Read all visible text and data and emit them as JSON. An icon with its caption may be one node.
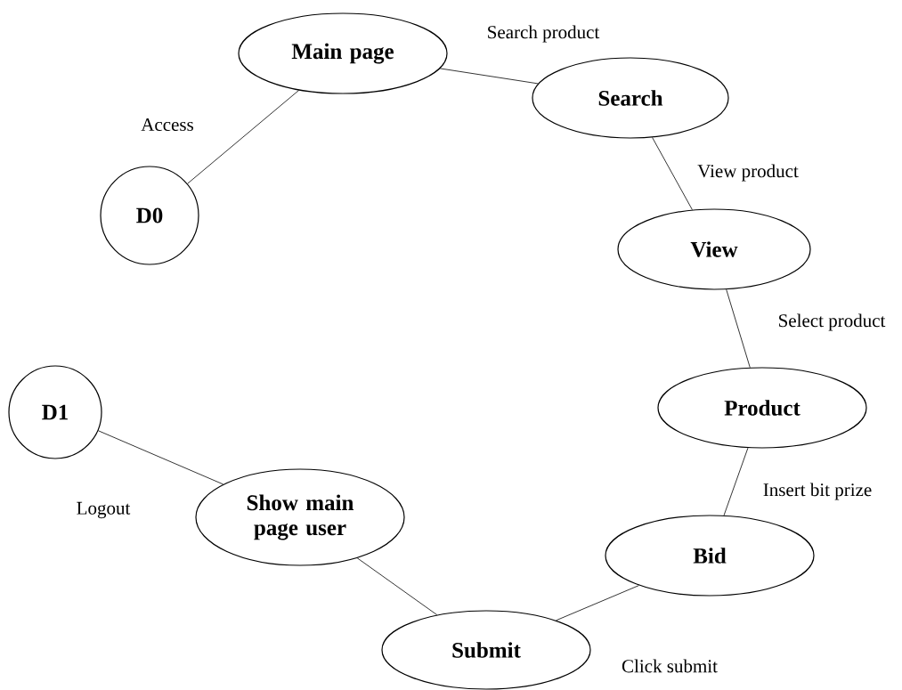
{
  "diagram": {
    "nodes": [
      {
        "text": [
          "Main page"
        ]
      },
      {
        "text": [
          "Search"
        ]
      },
      {
        "text": [
          "D0"
        ]
      },
      {
        "text": [
          "View"
        ]
      },
      {
        "text": [
          "Product"
        ]
      },
      {
        "text": [
          "D1"
        ]
      },
      {
        "text": [
          "Show main page user"
        ]
      },
      {
        "text": [
          "Bid"
        ]
      },
      {
        "text": [
          "Submit"
        ]
      }
    ],
    "edges": [
      {
        "from": 2,
        "to": 0,
        "arrow": "none",
        "label": "Access"
      },
      {
        "from": 0,
        "to": 1,
        "arrow": "none",
        "label": "Search product"
      },
      {
        "from": 1,
        "to": 3,
        "arrow": "none",
        "label": "View product"
      },
      {
        "from": 3,
        "to": 4,
        "arrow": "none",
        "label": "Select product"
      },
      {
        "from": 4,
        "to": 7,
        "arrow": "none",
        "label": "Insert bit prize"
      },
      {
        "from": 7,
        "to": 8,
        "arrow": "none",
        "label": "Click submit"
      },
      {
        "from": 8,
        "to": 6,
        "arrow": "none"
      },
      {
        "from": 6,
        "to": 5,
        "arrow": "none",
        "label": "Logout"
      }
    ]
  }
}
